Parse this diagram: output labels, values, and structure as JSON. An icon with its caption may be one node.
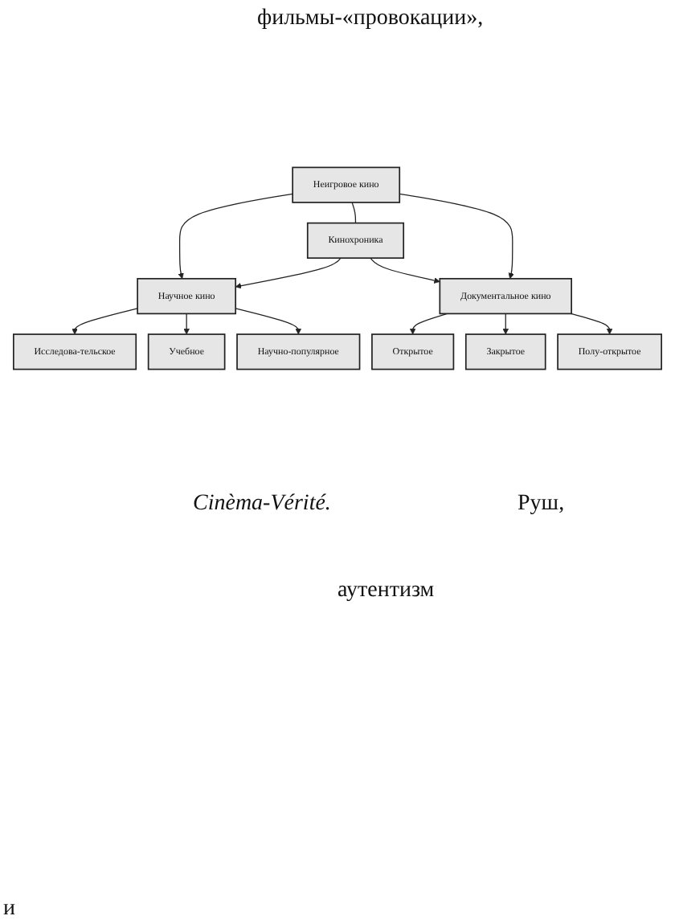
{
  "diagram": {
    "nodes": [
      {
        "text": [
          "Неигровое кино"
        ]
      },
      {
        "text": [
          "Научное кино"
        ]
      },
      {
        "text": [
          "Кинохроника"
        ]
      },
      {
        "text": [
          "Документальное кино"
        ]
      },
      {
        "text": [
          "Исследова-тельское"
        ]
      },
      {
        "text": [
          "Учебное"
        ]
      },
      {
        "text": [
          "Научно-популярное"
        ]
      },
      {
        "text": [
          "Открытое"
        ]
      },
      {
        "text": [
          "Закрытое"
        ]
      },
      {
        "text": [
          "Полу-открытое"
        ]
      }
    ],
    "edges": [
      {
        "from": 0,
        "to": 1,
        "arrow": "to"
      },
      {
        "from": 0,
        "to": 2,
        "arrow": "none"
      },
      {
        "from": 0,
        "to": 3,
        "arrow": "to"
      },
      {
        "from": 2,
        "to": 1,
        "arrow": "to"
      },
      {
        "from": 2,
        "to": 3,
        "arrow": "to"
      },
      {
        "from": 1,
        "to": 4,
        "arrow": "to"
      },
      {
        "from": 1,
        "to": 5,
        "arrow": "to"
      },
      {
        "from": 1,
        "to": 6,
        "arrow": "to"
      },
      {
        "from": 3,
        "to": 7,
        "arrow": "to"
      },
      {
        "from": 3,
        "to": 8,
        "arrow": "to"
      },
      {
        "from": 3,
        "to": 9,
        "arrow": "to"
      }
    ],
    "labels": [
      "фильмы-«провокации»,",
      "Cinèma-Vérité.",
      "Руш,",
      "аутентизм",
      "и"
    ]
  }
}
